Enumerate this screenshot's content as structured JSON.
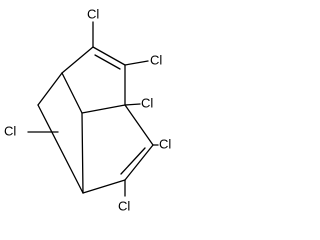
{
  "molecule": {
    "atoms": {
      "c1": "Cl",
      "c2": "Cl",
      "c3": "Cl",
      "c4": "Cl",
      "c5": "Cl",
      "c6": "Cl"
    }
  }
}
